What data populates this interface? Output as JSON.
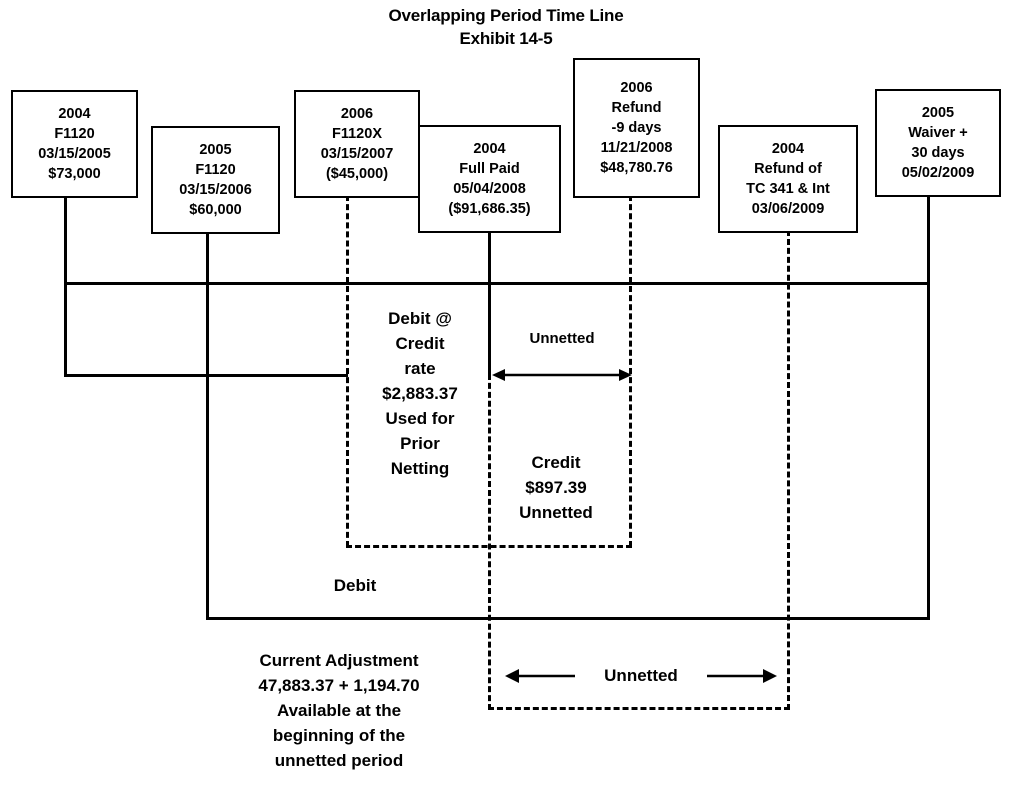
{
  "title": {
    "line1": "Overlapping Period Time Line",
    "line2": "Exhibit 14-5"
  },
  "colors": {
    "line": "#000000",
    "background": "#ffffff"
  },
  "events": [
    {
      "id": "2004-f1120",
      "lines": [
        "2004",
        "F1120",
        "03/15/2005",
        "$73,000"
      ],
      "stem": "solid"
    },
    {
      "id": "2005-f1120",
      "lines": [
        "2005",
        "F1120",
        "03/15/2006",
        "$60,000"
      ],
      "stem": "solid"
    },
    {
      "id": "2006-f1120x",
      "lines": [
        "2006",
        "F1120X",
        "03/15/2007",
        "($45,000)"
      ],
      "stem": "dashed"
    },
    {
      "id": "2004-full-paid",
      "lines": [
        "2004",
        "Full Paid",
        "05/04/2008",
        "($91,686.35)"
      ],
      "stem": "solid"
    },
    {
      "id": "2006-refund",
      "lines": [
        "2006",
        "Refund",
        "-9 days",
        "11/21/2008",
        "$48,780.76"
      ],
      "stem": "dashed"
    },
    {
      "id": "2004-refund-tc341",
      "lines": [
        "2004",
        "Refund of",
        "TC 341 & Int",
        "03/06/2009"
      ],
      "stem": "dashed"
    },
    {
      "id": "2005-waiver",
      "lines": [
        "2005",
        "Waiver +",
        "30 days",
        "05/02/2009"
      ],
      "stem": "solid"
    }
  ],
  "annotations": {
    "debit_credit_rate": "Debit @\nCredit\nrate\n$2,883.37\nUsed for\nPrior\nNetting",
    "credit_unnetted": "Credit\n$897.39\nUnnetted",
    "unnetted_upper": "Unnetted",
    "unnetted_lower": "Unnetted",
    "debit": "Debit",
    "current_adjustment": "Current Adjustment\n47,883.37 + 1,194.70\nAvailable at the\nbeginning of the\nunnetted period"
  }
}
